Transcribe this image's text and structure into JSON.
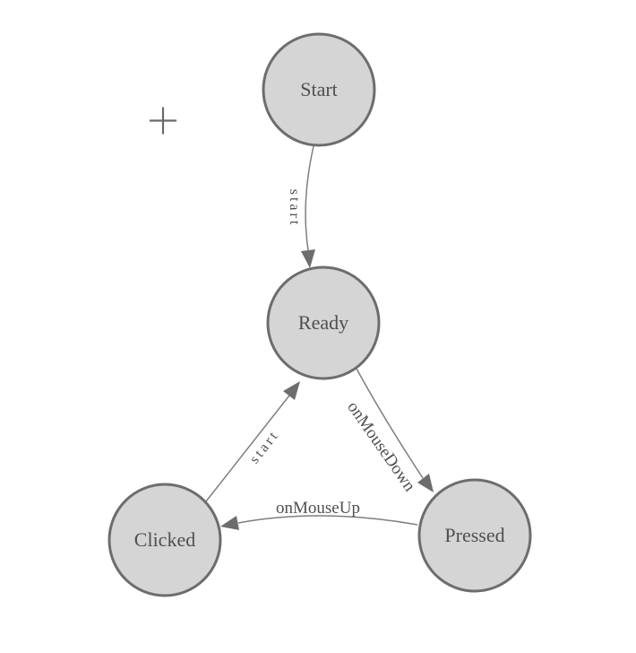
{
  "diagram": {
    "type": "state-machine",
    "nodes": [
      {
        "id": "start",
        "label": "Start"
      },
      {
        "id": "ready",
        "label": "Ready"
      },
      {
        "id": "clicked",
        "label": "Clicked"
      },
      {
        "id": "pressed",
        "label": "Pressed"
      }
    ],
    "edges": [
      {
        "from": "start",
        "to": "ready",
        "label": "start"
      },
      {
        "from": "clicked",
        "to": "ready",
        "label": "start"
      },
      {
        "from": "ready",
        "to": "pressed",
        "label": "onMouseDown"
      },
      {
        "from": "pressed",
        "to": "clicked",
        "label": "onMouseUp"
      }
    ],
    "icons": {
      "origin_marker": "plus-icon"
    },
    "colors": {
      "background": "#ffffff",
      "node_fill": "#d5d5d5",
      "node_stroke": "#6d6d6d",
      "edge_stroke": "#7e7e7e",
      "arrow_fill": "#6d6d6d",
      "label_text": "#4f4f4f",
      "origin_marker": "#696969"
    }
  }
}
